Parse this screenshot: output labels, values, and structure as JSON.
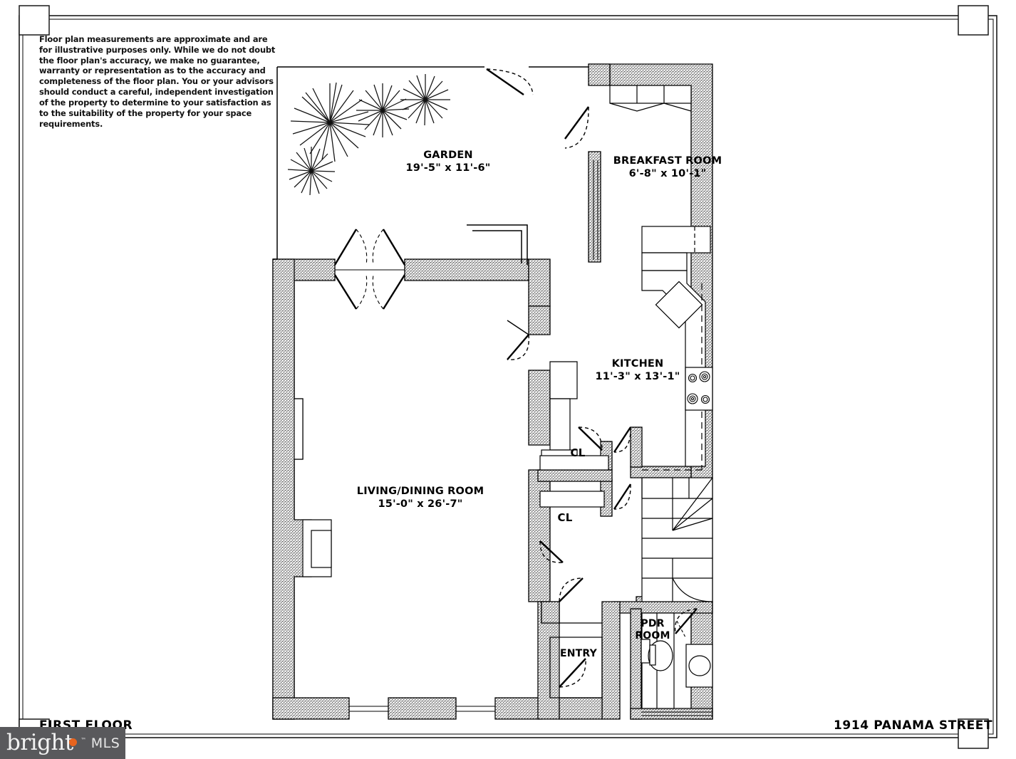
{
  "document": {
    "type": "real-estate-floor-plan",
    "floor_title": "FIRST FLOOR",
    "address": "1914 PANAMA STREET"
  },
  "disclaimer": {
    "text": "Floor plan measurements are approximate and are for illustrative purposes only. While we do not doubt the floor plan's accuracy, we make no guarantee, warranty or representation as to the accuracy and completeness of the floor plan. You or your advisors should conduct a careful, independent investigation of the property to determine to your satisfaction as to the suitability of the property for your space requirements."
  },
  "watermark": {
    "brand": "bright",
    "tm": "™",
    "suffix": "MLS",
    "box_color": "#59595c",
    "accent_color": "#e8641e"
  },
  "rooms": [
    {
      "id": "garden",
      "name": "GARDEN",
      "dims": "19'-5\" x 11'-6\""
    },
    {
      "id": "breakfast",
      "name": "BREAKFAST ROOM",
      "dims": "6'-8\" x 10'-1\""
    },
    {
      "id": "kitchen",
      "name": "KITCHEN",
      "dims": "11'-3\" x 13'-1\""
    },
    {
      "id": "living_dining",
      "name": "LIVING/DINING ROOM",
      "dims": "15'-0\" x 26'-7\""
    },
    {
      "id": "closet_upper",
      "name": "CL",
      "dims": ""
    },
    {
      "id": "closet_lower",
      "name": "CL",
      "dims": ""
    },
    {
      "id": "entry",
      "name": "ENTRY",
      "dims": ""
    },
    {
      "id": "pdr",
      "name": "PDR",
      "dims": "ROOM"
    }
  ],
  "colors": {
    "wall_fill": "#b5b5b5",
    "line": "#000000",
    "paper": "#ffffff",
    "frame": "#1a1a1a"
  }
}
